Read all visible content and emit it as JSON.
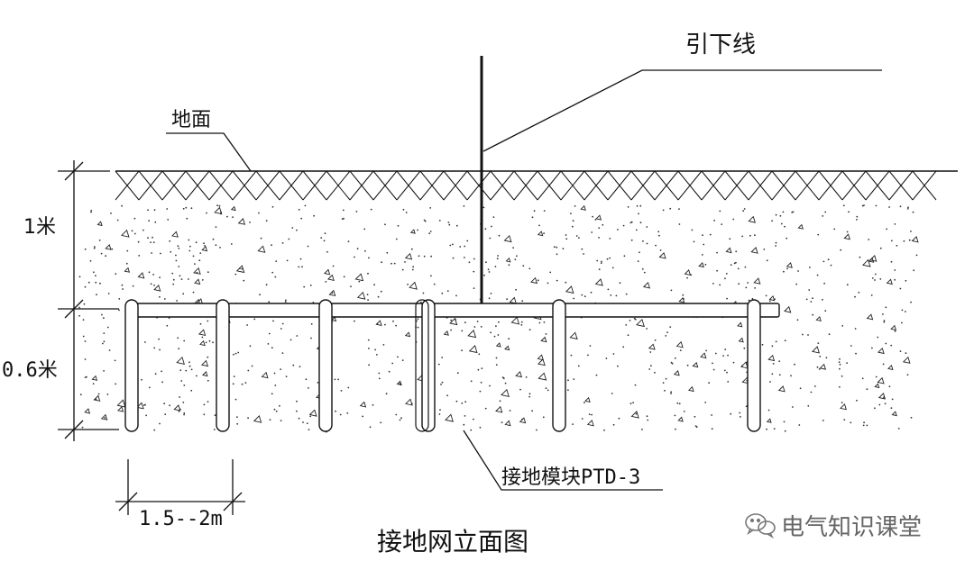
{
  "labels": {
    "downlead": "引下线",
    "ground_surface": "地面",
    "depth_1": "1米",
    "depth_2": "0.6米",
    "module": "接地模块PTD-3",
    "spacing": "1.5--2m",
    "caption": "接地网立面图"
  },
  "watermark": {
    "text": "电气知识课堂",
    "icon": "wechat-icon"
  },
  "colors": {
    "ink": "#111111",
    "watermark": "#777777"
  }
}
